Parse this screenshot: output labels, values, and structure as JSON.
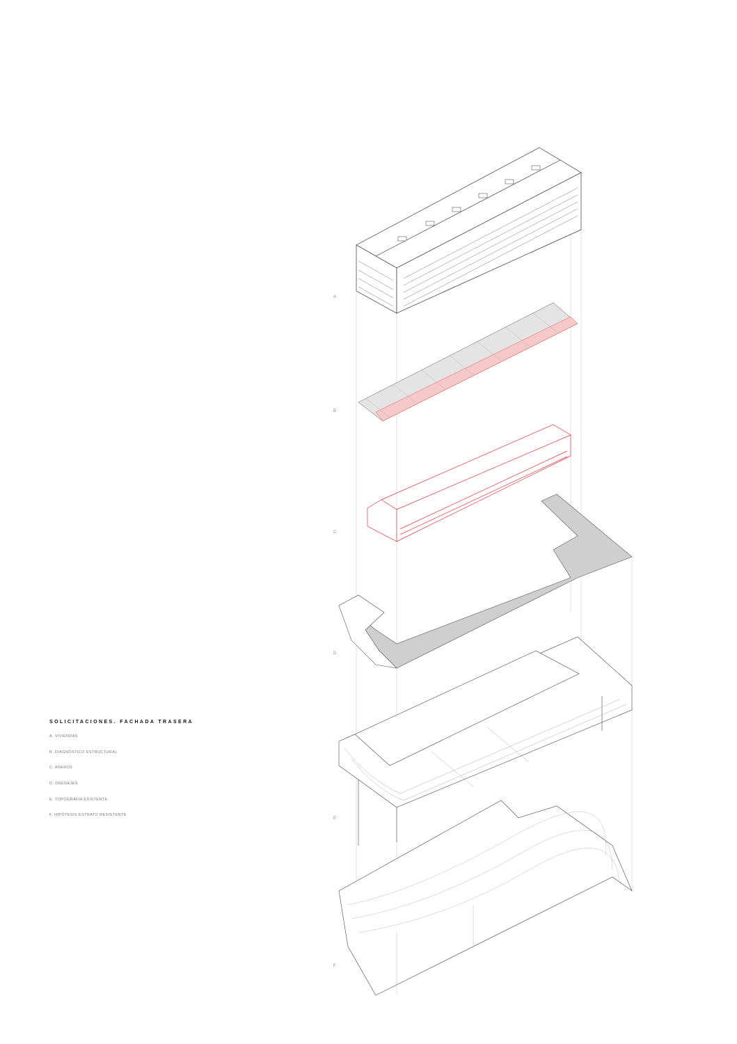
{
  "legend": {
    "title": "SOLICITACIONES. FACHADA TRASERA",
    "items": [
      "A. VIVIENDAS",
      "B. DIAGNÓSTICO ESTRUCTURAL",
      "C. ANEXOS",
      "D. DRENAJES",
      "E. TOPOGRAFÍA EXISTENTE",
      "F. HIPÓTESIS ESTRATO RESISTENTE"
    ]
  },
  "layers": [
    "A",
    "B",
    "C",
    "D",
    "E",
    "F"
  ],
  "colors": {
    "line": "#333333",
    "highlight": "#e8343a",
    "fill_gray": "#cfcfcf",
    "pink": "#f6c9c9",
    "guide": "#cccccc"
  }
}
